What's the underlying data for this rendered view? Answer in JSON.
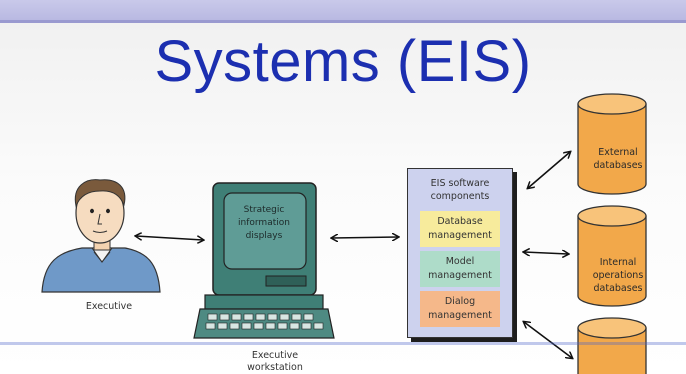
{
  "slide": {
    "title": "Systems (EIS)"
  },
  "executive": {
    "label": "Executive"
  },
  "workstation": {
    "screen_text": [
      "Strategic",
      "information",
      "displays"
    ],
    "label_line1": "Executive",
    "label_line2": "workstation"
  },
  "eis_software": {
    "title_line1": "EIS software",
    "title_line2": "components",
    "components": [
      {
        "line1": "Database",
        "line2": "management",
        "color": "#f7eb9c"
      },
      {
        "line1": "Model",
        "line2": "management",
        "color": "#aedcc9"
      },
      {
        "line1": "Dialog",
        "line2": "management",
        "color": "#f5b88a"
      }
    ]
  },
  "databases": [
    {
      "line1": "External",
      "line2": "databases"
    },
    {
      "line1": "Internal",
      "line2": "operations",
      "line3": "databases"
    }
  ],
  "colors": {
    "title": "#1c2fb0",
    "cylinder": "#f2a84a",
    "monitor_screen": "#5f9c96",
    "eis_box": "#cdd2ee"
  }
}
